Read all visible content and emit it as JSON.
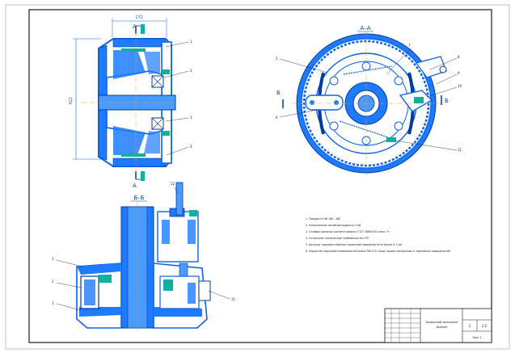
{
  "colors": {
    "paper": "#ffffff",
    "line": "#0a63e8",
    "fill": "#1e7bff",
    "dark": "#003c9e",
    "axis": "#e8a020",
    "accent": "#10b0a0",
    "frame": "#1a1a1a"
  },
  "views": {
    "section_aa": "А–А",
    "section_bb": "Б–Б",
    "cut_a_top": "А",
    "cut_a_bottom": "А",
    "cut_b_left": "Б",
    "cut_b_right": "Б"
  },
  "dimensions": {
    "width_top": "172",
    "height_left": "422"
  },
  "callouts": [
    "1",
    "2",
    "3",
    "4",
    "5",
    "6",
    "7",
    "8",
    "9",
    "10",
    "11",
    "12"
  ],
  "notes": [
    "1. Твердость НВ 160...180",
    "2. Неуказанные литейные радиусы 3 мм",
    "3. Отливки должны соответствовать ГОСТ 26645-85 класс 7т",
    "4. Остальные технические требования по СТП",
    "5. Допуски торцевого биения тормозной поверхности не более 0,1 мм",
    "6. Покрытие наружных поверхностей эмаль ПФ-115 серая, кроме посадочных и тормозных поверхностей"
  ],
  "title_block": {
    "name_line1": "Тормозной механизм",
    "name_line2": "задний",
    "scale": "1:2",
    "sheet": "Лист 1",
    "mass": "1"
  }
}
